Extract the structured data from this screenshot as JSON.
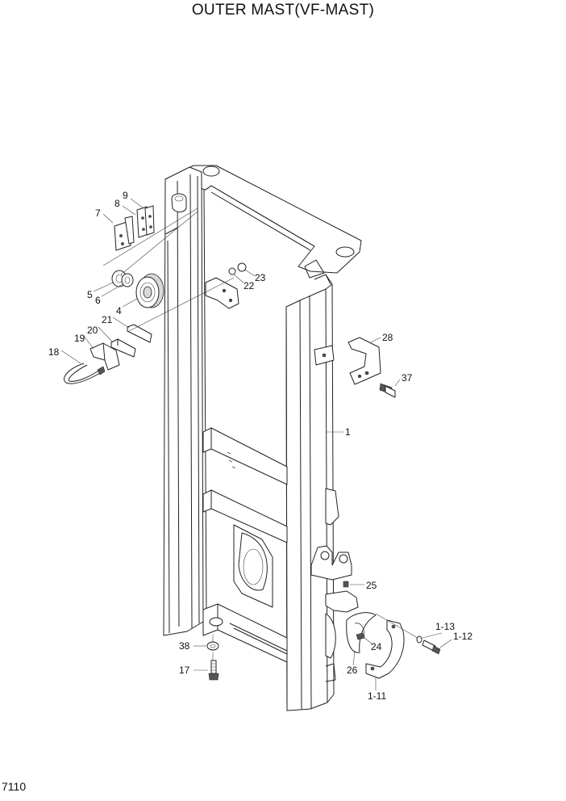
{
  "title": "OUTER MAST(VF-MAST)",
  "page_number": "7110",
  "part_labels": {
    "p1": "1",
    "p4": "4",
    "p5": "5",
    "p6": "6",
    "p7": "7",
    "p8": "8",
    "p9": "9",
    "p17": "17",
    "p18": "18",
    "p19": "19",
    "p20": "20",
    "p21": "21",
    "p22": "22",
    "p23": "23",
    "p24": "24",
    "p25": "25",
    "p26": "26",
    "p28": "28",
    "p37": "37",
    "p38": "38",
    "p1_11": "1-11",
    "p1_12": "1-12",
    "p1_13": "1-13"
  }
}
